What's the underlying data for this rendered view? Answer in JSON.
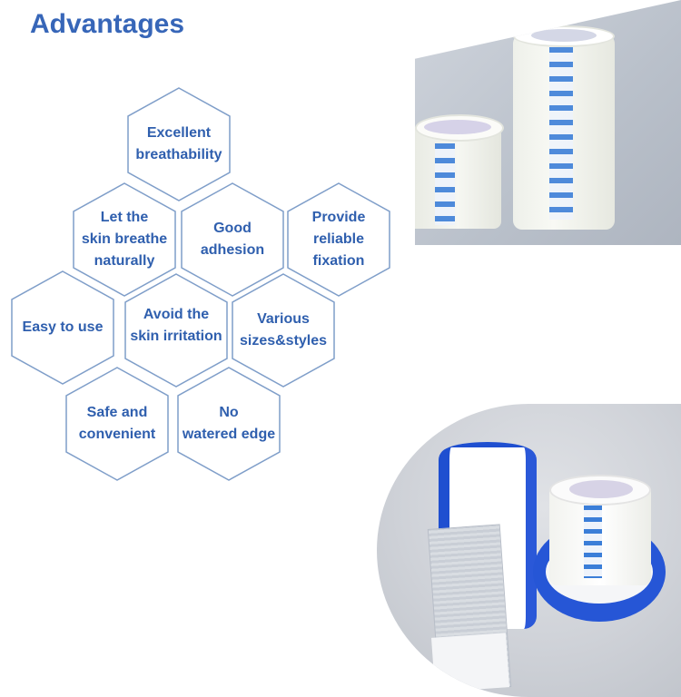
{
  "header": {
    "title": "Advantages"
  },
  "hexagons": [
    {
      "lines": [
        "Excellent",
        "breathability"
      ]
    },
    {
      "lines": [
        "Let the",
        "skin breathe",
        "naturally"
      ]
    },
    {
      "lines": [
        "Good",
        "adhesion"
      ]
    },
    {
      "lines": [
        "Provide",
        "reliable",
        "fixation"
      ]
    },
    {
      "lines": [
        "Easy to use"
      ]
    },
    {
      "lines": [
        "Avoid the",
        "skin irritation"
      ]
    },
    {
      "lines": [
        "Various",
        "sizes&styles"
      ]
    },
    {
      "lines": [
        "Safe and",
        "convenient"
      ]
    },
    {
      "lines": [
        "No",
        "watered edge"
      ]
    }
  ],
  "colors": {
    "title": "#3766b8",
    "hex_text": "#2f5fae",
    "hex_stroke": "#7f9ec9",
    "tape_blue": "#1f4fd0"
  },
  "images": [
    {
      "icon": "paper-tape-rolls-photo"
    },
    {
      "icon": "pe-tape-spools-photo"
    }
  ]
}
